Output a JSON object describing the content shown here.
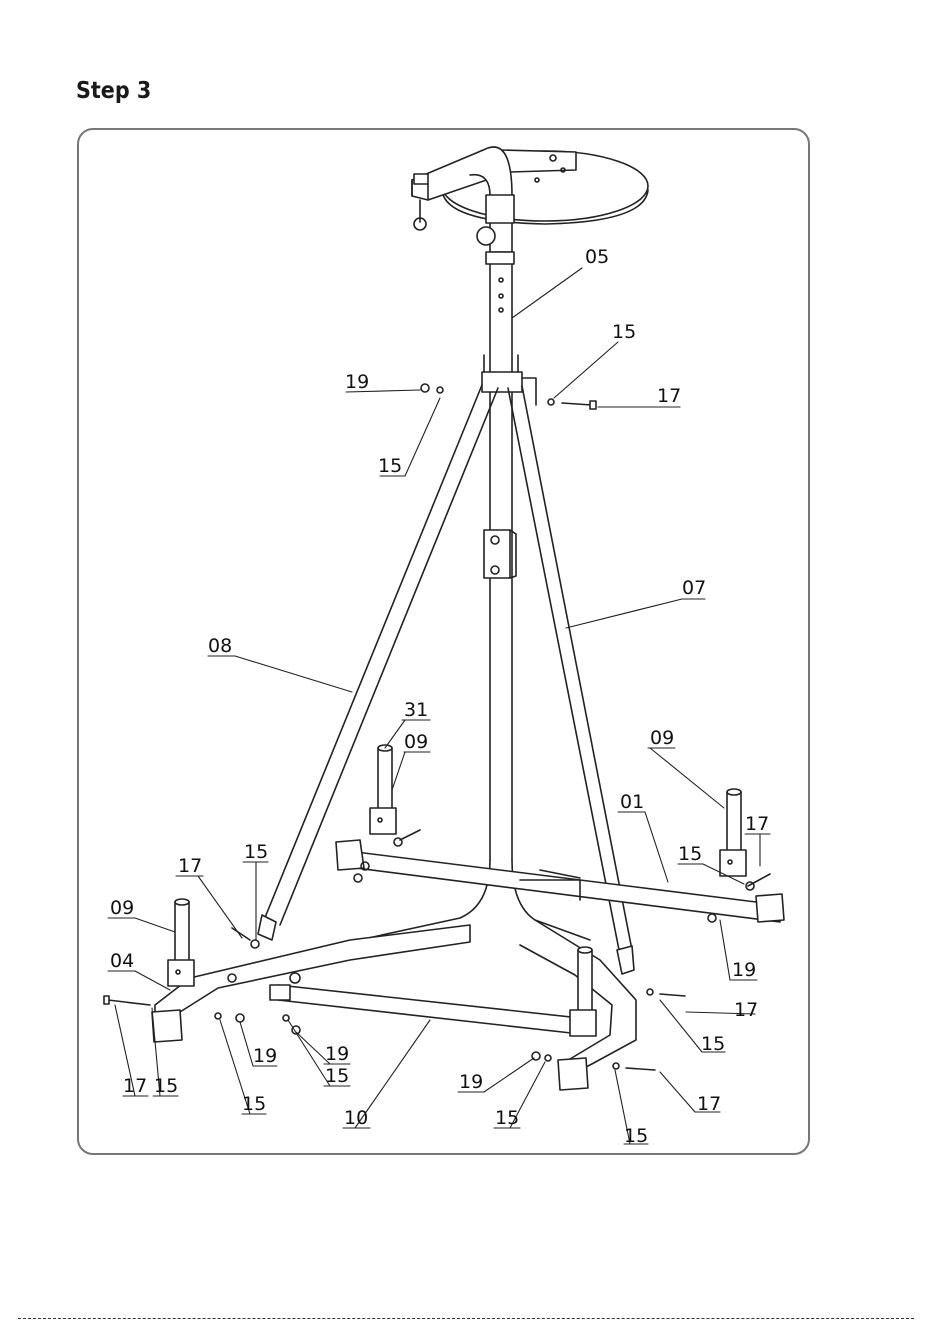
{
  "page": {
    "step_title": "Step 3"
  },
  "labels": [
    {
      "id": "05",
      "text": "05"
    },
    {
      "id": "15",
      "text": "15"
    },
    {
      "id": "19",
      "text": "19"
    },
    {
      "id": "17",
      "text": "17"
    },
    {
      "id": "07",
      "text": "07"
    },
    {
      "id": "08",
      "text": "08"
    },
    {
      "id": "31",
      "text": "31"
    },
    {
      "id": "09",
      "text": "09"
    },
    {
      "id": "01",
      "text": "01"
    },
    {
      "id": "04",
      "text": "04"
    },
    {
      "id": "10",
      "text": "10"
    }
  ]
}
